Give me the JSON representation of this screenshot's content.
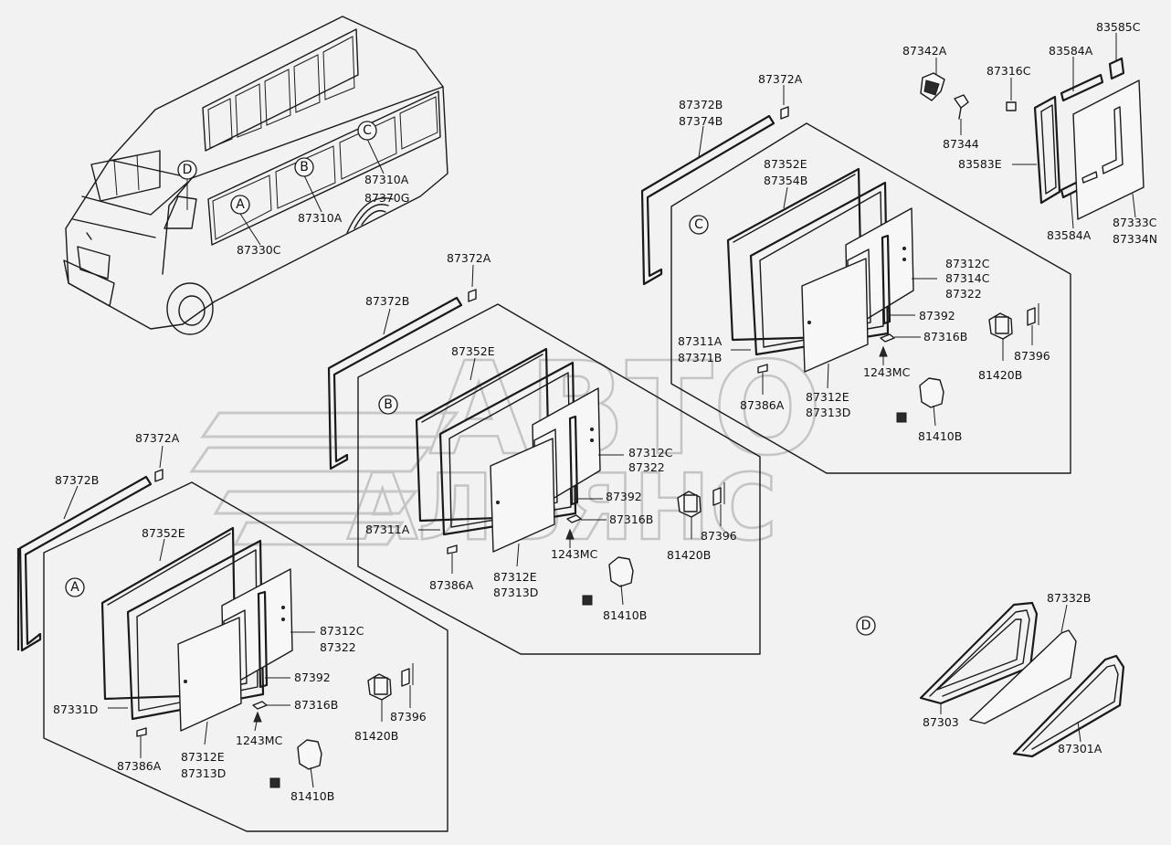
{
  "watermark": {
    "line1": "АВТО",
    "line2": "АЛЬЯНС"
  },
  "callouts": {
    "A": "A",
    "B": "B",
    "C": "C",
    "D": "D"
  },
  "labels": {
    "van_87330C": "87330C",
    "van_87310A": "87310A",
    "van_87310A_2": "87310A",
    "van_87370G": "87370G",
    "a_87372A": "87372A",
    "a_87372B": "87372B",
    "a_87352E": "87352E",
    "a_87312C": "87312C",
    "a_87322": "87322",
    "a_87392": "87392",
    "a_87331D": "87331D",
    "a_87316B": "87316B",
    "a_1243MC": "1243MC",
    "a_87396": "87396",
    "a_81420B": "81420B",
    "a_87386A": "87386A",
    "a_87312E": "87312E",
    "a_87313D": "87313D",
    "a_81410B": "81410B",
    "b_87372A": "87372A",
    "b_87372B": "87372B",
    "b_87352E": "87352E",
    "b_87312C": "87312C",
    "b_87322": "87322",
    "b_87392": "87392",
    "b_87311A": "87311A",
    "b_87316B": "87316B",
    "b_1243MC": "1243MC",
    "b_87396": "87396",
    "b_81420B": "81420B",
    "b_87386A": "87386A",
    "b_87312E": "87312E",
    "b_87313D": "87313D",
    "b_81410B": "81410B",
    "c_87372A": "87372A",
    "c_87372B": "87372B",
    "c_87374B": "87374B",
    "c_87352E": "87352E",
    "c_87354B": "87354B",
    "c_87312C": "87312C",
    "c_87314C": "87314C",
    "c_87322": "87322",
    "c_87392": "87392",
    "c_87311A": "87311A",
    "c_87371B": "87371B",
    "c_87316B": "87316B",
    "c_1243MC": "1243MC",
    "c_87396": "87396",
    "c_81420B": "81420B",
    "c_87386A": "87386A",
    "c_87312E": "87312E",
    "c_87313D": "87313D",
    "c_81410B": "81410B",
    "r_87342A": "87342A",
    "r_87316C": "87316C",
    "r_87344": "87344",
    "r_83585C": "83585C",
    "r_83584A": "83584A",
    "r_83583E": "83583E",
    "r_83584A_2": "83584A",
    "r_87333C": "87333C",
    "r_87334N": "87334N",
    "d_87332B": "87332B",
    "d_87303": "87303",
    "d_87301A": "87301A"
  }
}
